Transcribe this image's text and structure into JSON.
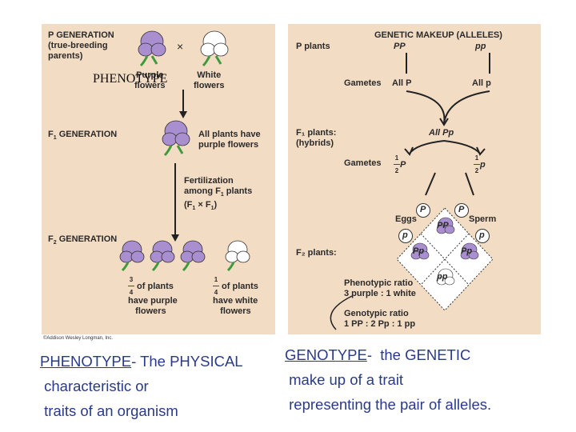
{
  "left": {
    "p_generation": "P GENERATION\n(true-breeding\nparents)",
    "cross_symbol": "×",
    "purple_flowers": "Purple\nflowers",
    "white_flowers": "White\nflowers",
    "f1_generation_prefix": "F",
    "f1_generation_sub": "1",
    "f1_generation_rest": " GENERATION",
    "f1_result": "All plants have\npurple flowers",
    "fertilization_l1": "Fertilization",
    "fertilization_l2": "among F",
    "fertilization_l2_sub": "1",
    "fertilization_l2_rest": " plants",
    "fertilization_l3": "(F",
    "fertilization_l3_sub1": "1",
    "fertilization_l3_mid": " × F",
    "fertilization_l3_sub2": "1",
    "fertilization_l3_rest": ")",
    "f2_generation_prefix": "F",
    "f2_generation_sub": "2",
    "f2_generation_rest": " GENERATION",
    "purple_frac_num": "3",
    "purple_frac_den": "4",
    "purple_frac_text": " of plants\nhave purple\n   flowers",
    "white_frac_num": "1",
    "white_frac_den": "4",
    "white_frac_text": " of plants\nhave white\n   flowers",
    "credit": "©Addison Wesley Longman, Inc."
  },
  "overlay_label": "PHENOTYPE",
  "right": {
    "header": "GENETIC MAKEUP (ALLELES)",
    "p_plants": "P plants",
    "pp_dom": "PP",
    "pp_rec": "pp",
    "gametes": "Gametes",
    "all_P": "All P",
    "all_p": "All p",
    "f1_plants": "F₁ plants:\n(hybrids)",
    "all_Pp": "All Pp",
    "gametes2": "Gametes",
    "half_num": "1",
    "half_den": "2",
    "half_P": "P",
    "half_p": "p",
    "eggs": "Eggs",
    "sperm": "Sperm",
    "allele_P": "P",
    "allele_p": "p",
    "f2_plants": "F₂ plants:",
    "cell_PP": "PP",
    "cell_Pp_left": "Pp",
    "cell_Pp_right": "Pp",
    "cell_pp": "pp",
    "phenotypic_ratio": "Phenotypic ratio\n3 purple : 1 white",
    "genotypic_ratio": "Genotypic ratio\n1 PP : 2 Pp : 1 pp"
  },
  "captions": {
    "phenotype_term": "PHENOTYPE",
    "phenotype_def_1": "- The PHYSICAL",
    "phenotype_def_2": "characteristic or",
    "phenotype_def_3": "traits of an organism",
    "genotype_term": "GENOTYPE",
    "genotype_def_1": "-  the GENETIC",
    "genotype_def_2": "make up of a trait",
    "genotype_def_3": "representing the pair of alleles."
  },
  "colors": {
    "panel_bg": "#f3dcc4",
    "purple_flower": "#a98fd0",
    "white_flower": "#ffffff",
    "leaf_green": "#3e9a3c",
    "caption_blue": "#2a3a8a"
  }
}
